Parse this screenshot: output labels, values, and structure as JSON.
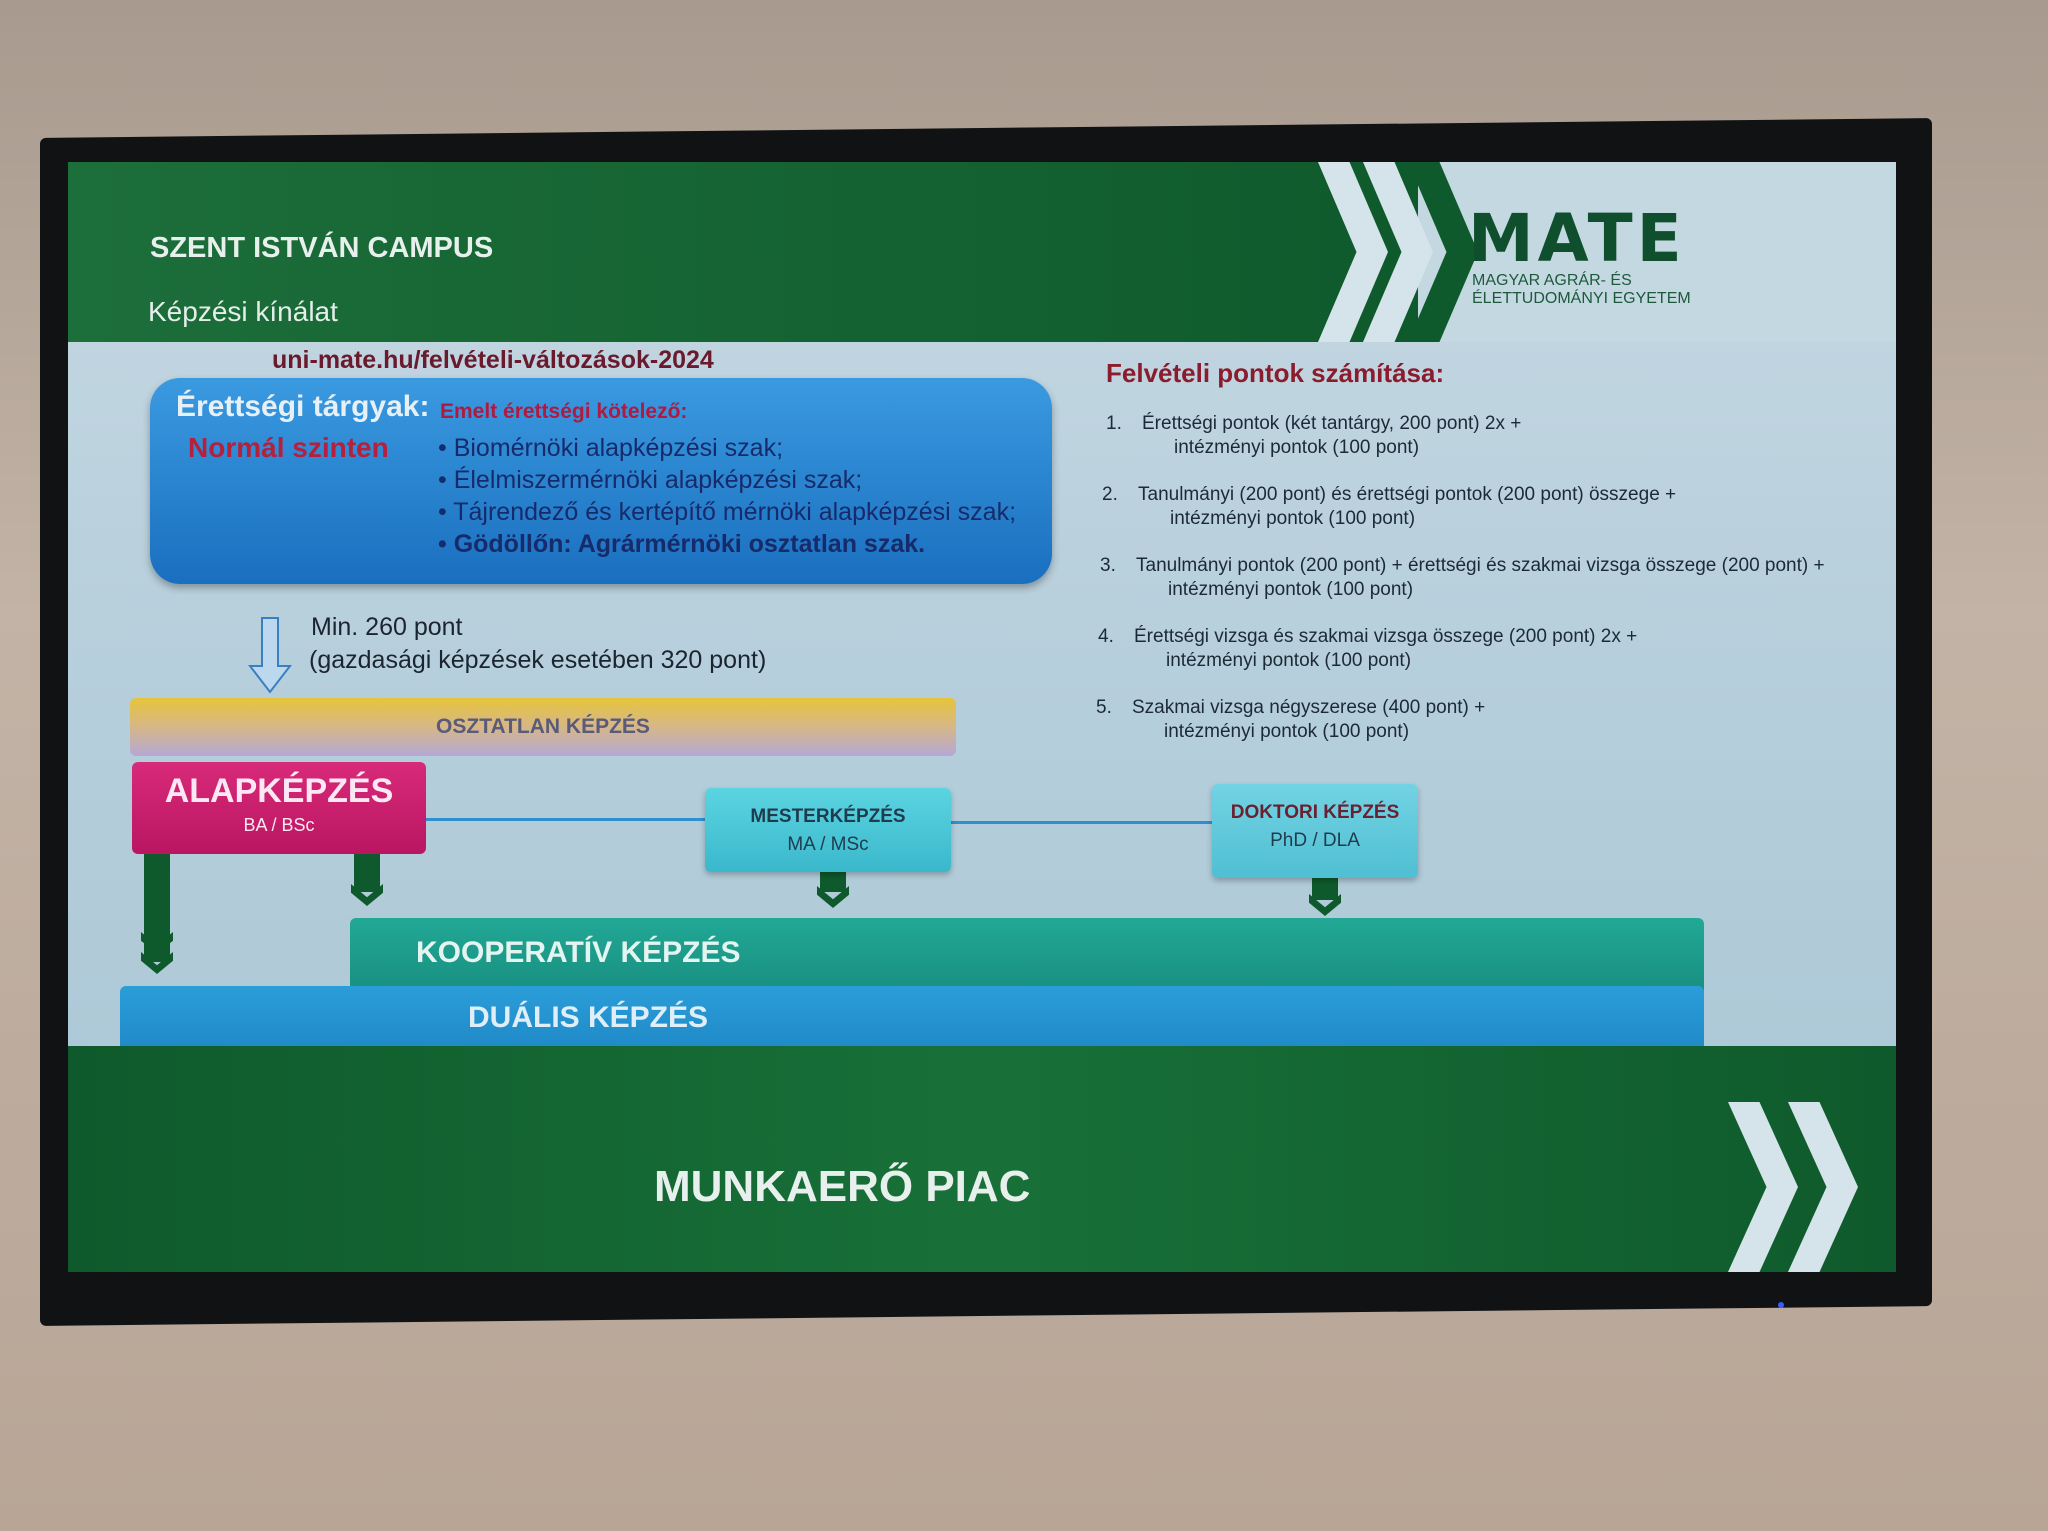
{
  "header": {
    "title": "SZENT ISTVÁN CAMPUS",
    "subtitle": "Képzési kínálat"
  },
  "logo": {
    "word": "MATE",
    "line1": "MAGYAR AGRÁR- ÉS",
    "line2": "ÉLETTUDOMÁNYI EGYETEM"
  },
  "url": "uni-mate.hu/felvételi-változások-2024",
  "requirements_box": {
    "heading": "Érettségi tárgyak:",
    "level": "Normál szinten",
    "emelt": "Emelt érettségi kötelező:",
    "bullets": [
      "• Biomérnöki alapképzési szak;",
      "• Élelmiszermérnöki alapképzési szak;",
      "• Tájrendező és kertépítő mérnöki alapképzési szak;",
      "• Gödöllőn: Agrármérnöki osztatlan szak."
    ]
  },
  "minimum": {
    "line1": "Min. 260 pont",
    "line2": "(gazdasági képzések esetében 320 pont)"
  },
  "points": {
    "heading": "Felvételi pontok számítása:",
    "items": [
      {
        "n": "1.",
        "l1": "Érettségi pontok (két tantárgy, 200 pont) 2x +",
        "l2": "intézményi pontok (100 pont)"
      },
      {
        "n": "2.",
        "l1": "Tanulmányi (200 pont) és érettségi pontok (200 pont) összege +",
        "l2": "intézményi pontok (100 pont)"
      },
      {
        "n": "3.",
        "l1": "Tanulmányi pontok (200 pont) + érettségi és szakmai vizsga összege (200 pont) +",
        "l2": "intézményi pontok (100 pont)"
      },
      {
        "n": "4.",
        "l1": "Érettségi vizsga és szakmai vizsga összege (200 pont) 2x +",
        "l2": "intézményi pontok (100 pont)"
      },
      {
        "n": "5.",
        "l1": "Szakmai vizsga négyszerese (400 pont) +",
        "l2": "intézményi pontok (100 pont)"
      }
    ]
  },
  "diagram": {
    "osztatlan": "OSZTATLAN KÉPZÉS",
    "alap": {
      "title": "ALAPKÉPZÉS",
      "sub": "BA / BSc"
    },
    "mester": {
      "title": "MESTERKÉPZÉS",
      "sub": "MA / MSc"
    },
    "doktori": {
      "title": "DOKTORI KÉPZÉS",
      "sub": "PhD / DLA"
    },
    "kooperativ": "KOOPERATÍV KÉPZÉS",
    "dualis": "DUÁLIS KÉPZÉS",
    "munkaero": "MUNKAERŐ PIAC"
  },
  "colors": {
    "green": "#0f5a2c",
    "magenta": "#c91d6c",
    "cyan": "#4ac6d8",
    "teal": "#1d9a88",
    "blue": "#2290cf"
  }
}
